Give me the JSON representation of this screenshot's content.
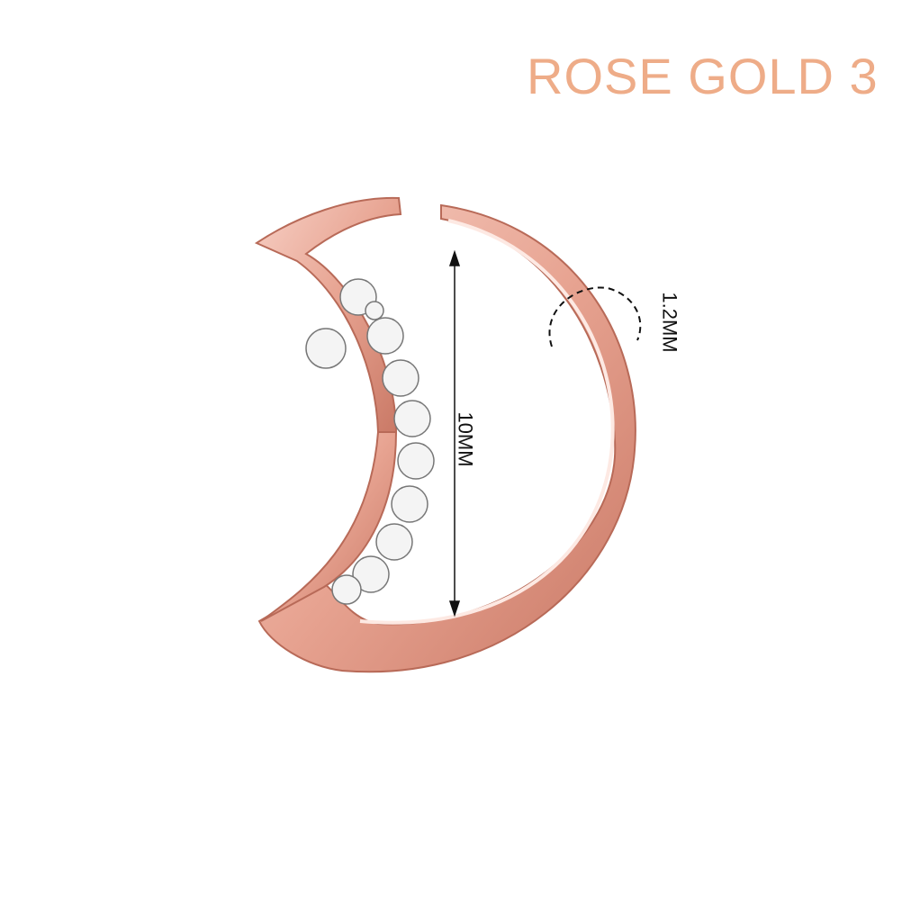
{
  "title": "ROSE GOLD 3",
  "dimensions": {
    "length": "10MM",
    "gauge": "1.2MM"
  },
  "colors": {
    "title": "#eeac88",
    "metal": "#e7a391",
    "metal_dark": "#c46f5f",
    "metal_light": "#fbe3dc"
  },
  "crystal_count": 11
}
